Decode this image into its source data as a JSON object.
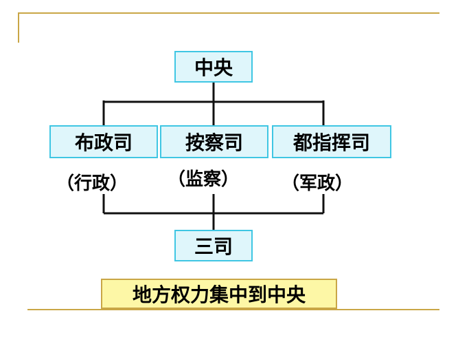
{
  "diagram": {
    "top": "中央",
    "branches": [
      {
        "name": "布政司",
        "role": "（行政）"
      },
      {
        "name": "按察司",
        "role": "（监察）"
      },
      {
        "name": "都指挥司",
        "role": "（军政）"
      }
    ],
    "bottom": "三司",
    "summary": "地方权力集中到中央"
  },
  "colors": {
    "box_fill": "#dff6fb",
    "box_border": "#3fc6e3",
    "summary_fill": "#fdf7a6",
    "summary_border": "#c9a646",
    "deco_line": "#c9a646"
  }
}
